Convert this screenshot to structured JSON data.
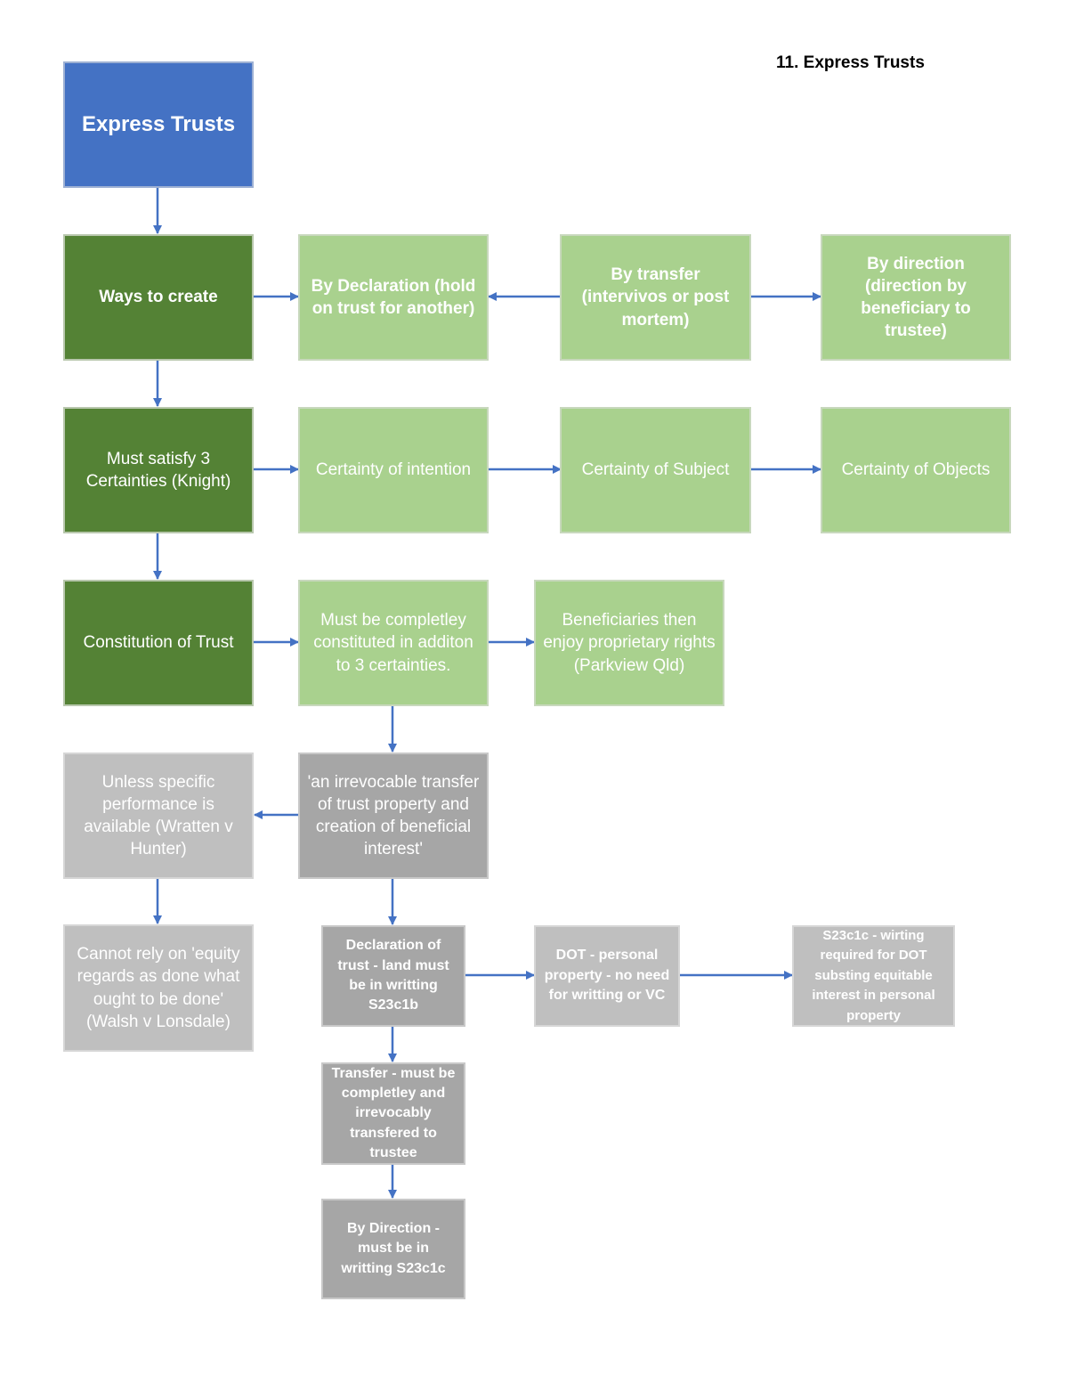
{
  "header": {
    "title": "11. Express Trusts"
  },
  "nodes": {
    "express_trusts": "Express Trusts",
    "ways_to_create": "Ways to create",
    "by_declaration": "By Declaration (hold on trust for another)",
    "by_transfer": "By transfer (intervivos or post mortem)",
    "by_direction": "By direction (direction by beneficiary to trustee)",
    "three_certainties": "Must satisfy 3 Certainties (Knight)",
    "certainty_intention": "Certainty of intention",
    "certainty_subject": "Certainty of Subject",
    "certainty_objects": "Certainty of Objects",
    "constitution": "Constitution of Trust",
    "completely_constituted": "Must be completley constituted in additon to 3 certainties.",
    "proprietary_rights": "Beneficiaries then enjoy proprietary rights (Parkview Qld)",
    "irrevocable_transfer": "'an irrevocable transfer of trust property and creation of beneficial interest'",
    "specific_performance": "Unless specific performance is available (Wratten v Hunter)",
    "equity_regards": "Cannot rely on 'equity regards as done what ought to be done' (Walsh v Lonsdale)",
    "declaration_land": "Declaration of trust - land must be in writting S23c1b",
    "dot_personal": "DOT - personal property - no need for writting or VC",
    "s23c1c_writing": "S23c1c - wirting required for DOT substing equitable interest in personal property",
    "transfer_complete": "Transfer - must be completley and irrevocably transfered to trustee",
    "direction_writing": "By Direction - must be in writting S23c1c"
  },
  "colors": {
    "arrow": "#4472c4",
    "blue": "#4472c4",
    "dark_green": "#548235",
    "light_green": "#a9d18e",
    "light_grey": "#bfbfbf",
    "mid_grey": "#a6a6a6"
  }
}
